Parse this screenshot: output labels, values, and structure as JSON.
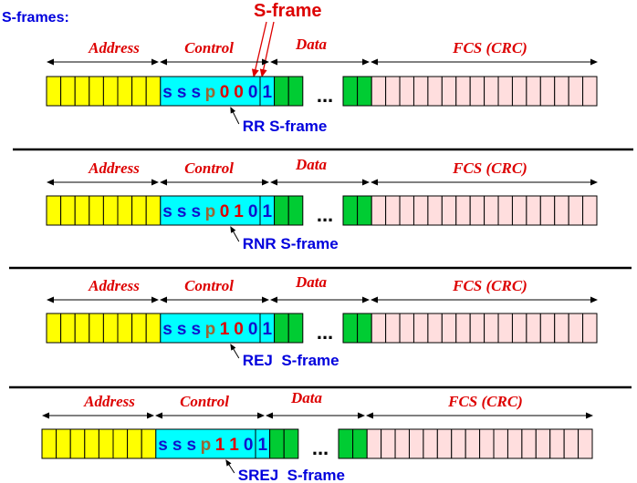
{
  "title": "S-frames:",
  "callout": "S-frame",
  "field_labels": {
    "address": "Address",
    "control": "Control",
    "data": "Data",
    "fcs": "FCS (CRC)"
  },
  "ellipsis": "...",
  "colors": {
    "title": "#0000dd",
    "label_red": "#dd0000",
    "address_fill": "#ffff00",
    "control_fill": "#00ffff",
    "data_fill": "#00cc33",
    "fcs_fill": "#ffdede",
    "bit_blue": "#1111cc",
    "bit_p": "#996633",
    "bit_red": "#dd0000"
  },
  "rows": [
    {
      "name": "rr",
      "caption": "RR S-frame",
      "bits": [
        {
          "t": "s",
          "c": "blue"
        },
        {
          "t": "s",
          "c": "blue"
        },
        {
          "t": "s",
          "c": "blue"
        },
        {
          "t": "p",
          "c": "brown"
        },
        {
          "t": "0",
          "c": "red"
        },
        {
          "t": "0",
          "c": "red"
        },
        {
          "t": "0",
          "c": "blue"
        },
        {
          "t": "1",
          "c": "blue"
        }
      ]
    },
    {
      "name": "rnr",
      "caption": "RNR S-frame",
      "bits": [
        {
          "t": "s",
          "c": "blue"
        },
        {
          "t": "s",
          "c": "blue"
        },
        {
          "t": "s",
          "c": "blue"
        },
        {
          "t": "p",
          "c": "brown"
        },
        {
          "t": "0",
          "c": "red"
        },
        {
          "t": "1",
          "c": "red"
        },
        {
          "t": "0",
          "c": "blue"
        },
        {
          "t": "1",
          "c": "blue"
        }
      ]
    },
    {
      "name": "rej",
      "caption": "REJ  S-frame",
      "bits": [
        {
          "t": "s",
          "c": "blue"
        },
        {
          "t": "s",
          "c": "blue"
        },
        {
          "t": "s",
          "c": "blue"
        },
        {
          "t": "p",
          "c": "brown"
        },
        {
          "t": "1",
          "c": "red"
        },
        {
          "t": "0",
          "c": "red"
        },
        {
          "t": "0",
          "c": "blue"
        },
        {
          "t": "1",
          "c": "blue"
        }
      ]
    },
    {
      "name": "srej",
      "caption": "SREJ  S-frame",
      "bits": [
        {
          "t": "s",
          "c": "blue"
        },
        {
          "t": "s",
          "c": "blue"
        },
        {
          "t": "s",
          "c": "blue"
        },
        {
          "t": "p",
          "c": "brown"
        },
        {
          "t": "1",
          "c": "red"
        },
        {
          "t": "1",
          "c": "red"
        },
        {
          "t": "0",
          "c": "blue"
        },
        {
          "t": "1",
          "c": "blue"
        }
      ]
    }
  ]
}
